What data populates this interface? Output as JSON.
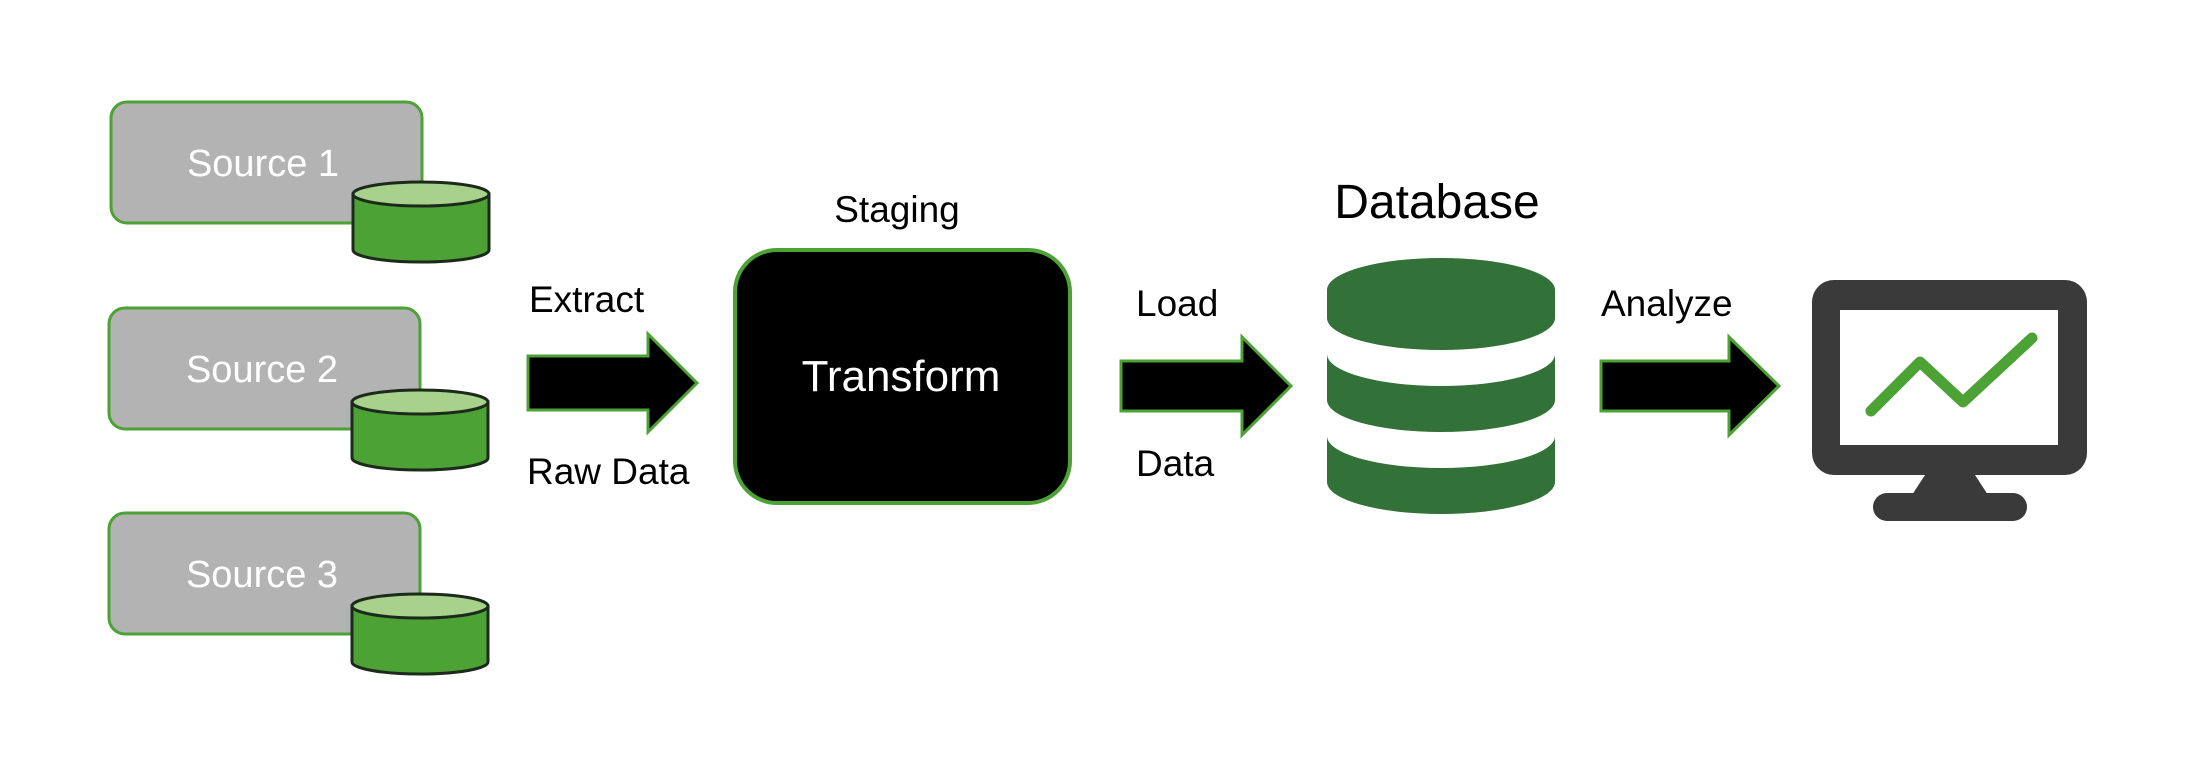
{
  "sources": [
    {
      "label": "Source 1"
    },
    {
      "label": "Source 2"
    },
    {
      "label": "Source 3"
    }
  ],
  "extract": {
    "top_label": "Extract",
    "bottom_label": "Raw Data"
  },
  "staging": {
    "title": "Staging",
    "box_label": "Transform"
  },
  "load": {
    "top_label": "Load",
    "bottom_label": "Data"
  },
  "database": {
    "title": "Database"
  },
  "analyze": {
    "top_label": "Analyze"
  },
  "colors": {
    "green_dark": "#327137",
    "green_bright": "#4CA235",
    "green_light": "#A8D28C",
    "gray_box": "#B3B3B3",
    "monitor": "#3A3A3A",
    "black": "#000000"
  }
}
